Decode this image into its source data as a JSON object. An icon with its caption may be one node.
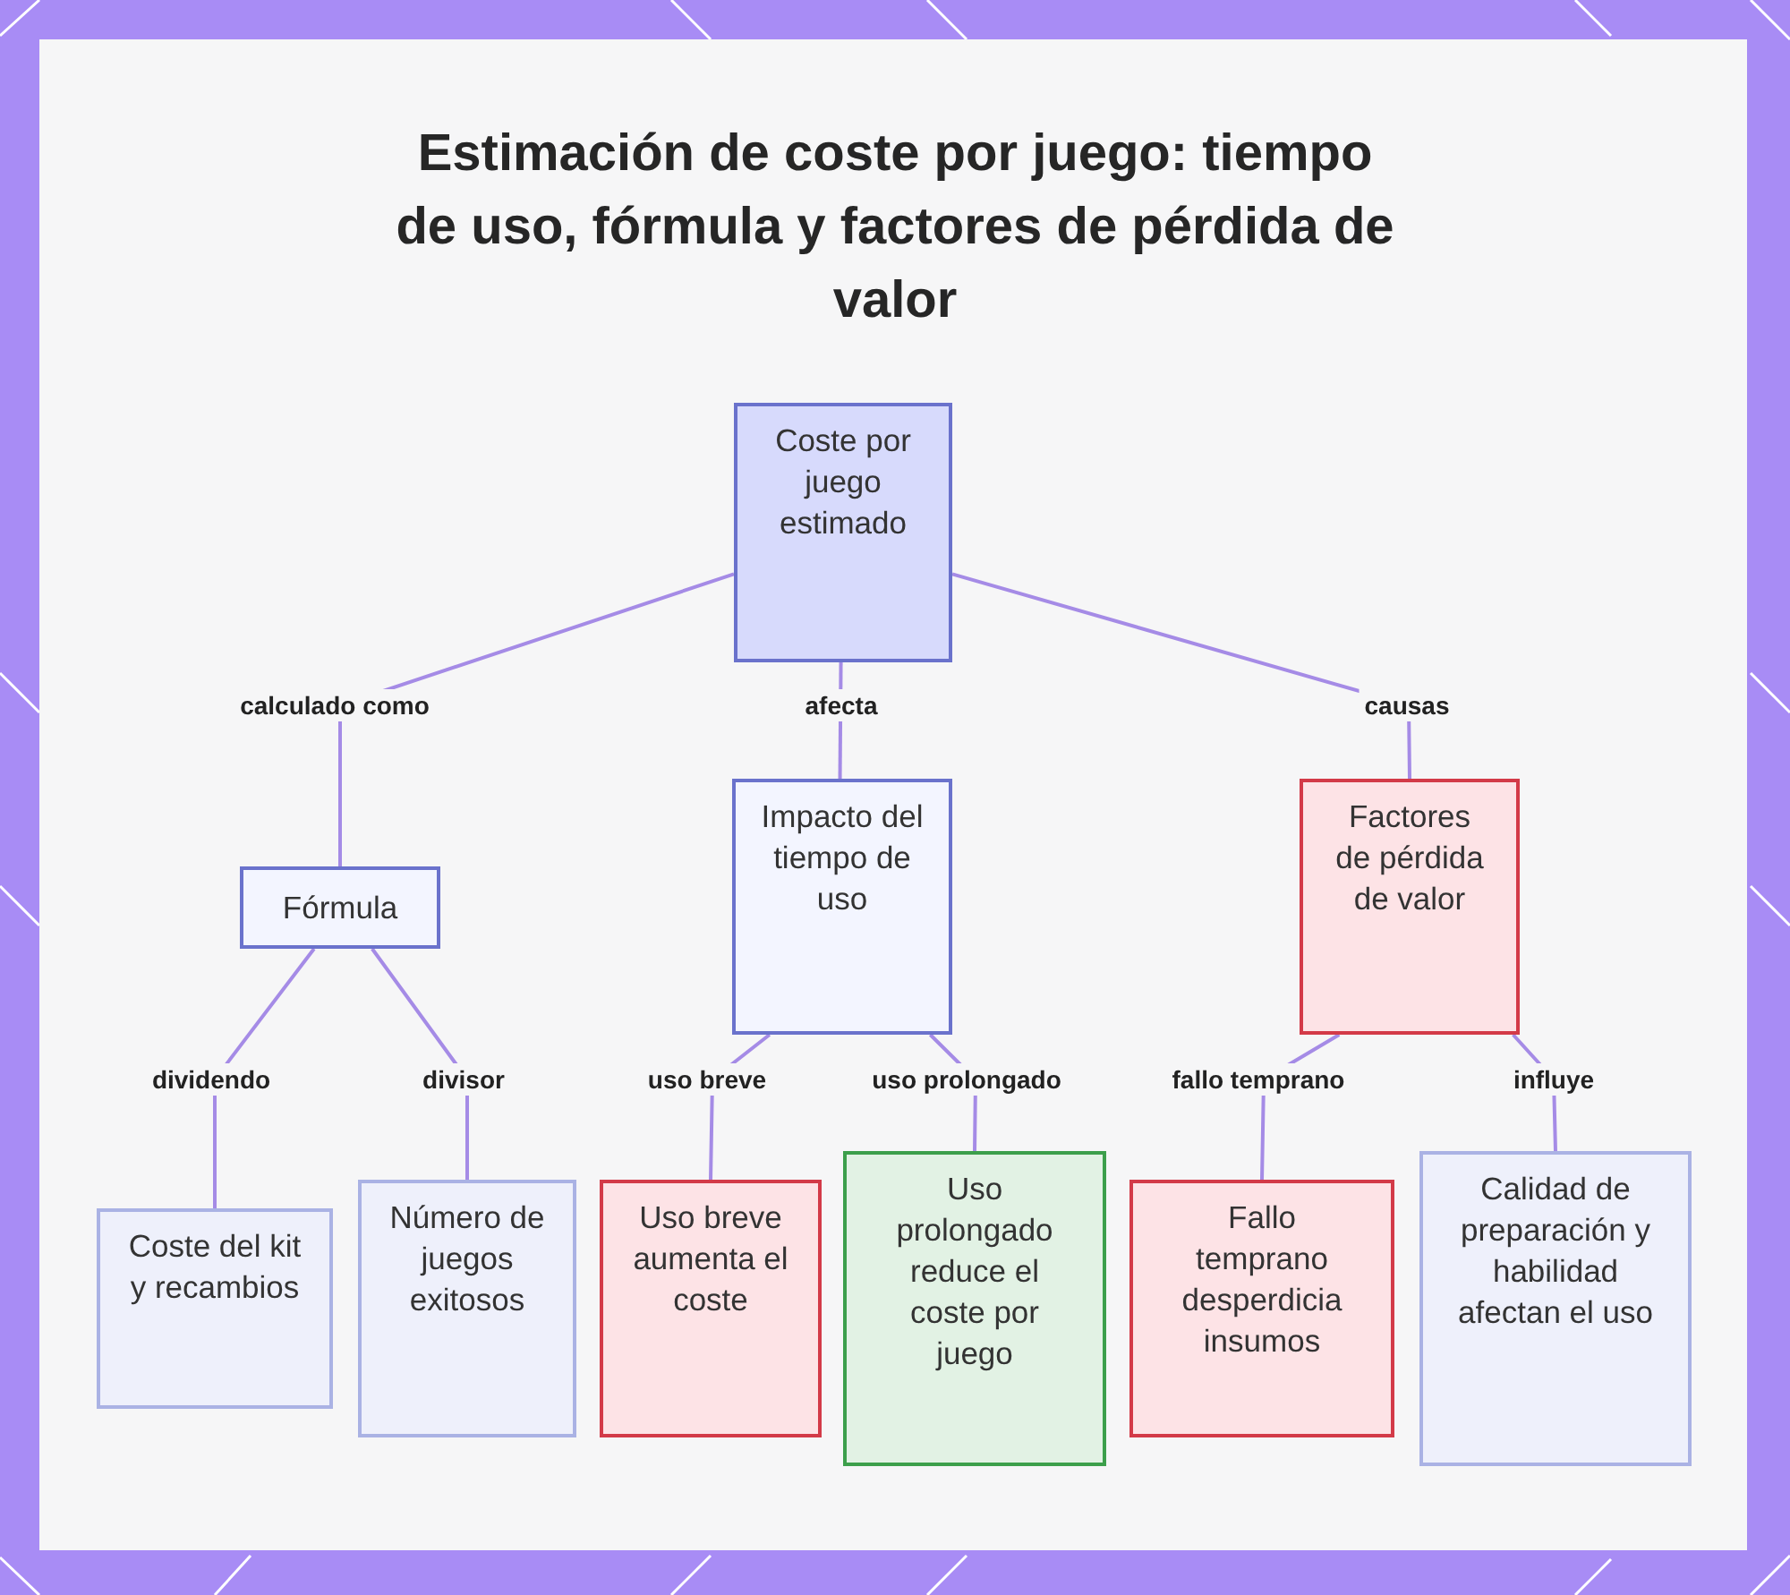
{
  "diagram": {
    "title": "Estimación de coste por juego: tiempo de uso, fórmula y factores de pérdida de valor",
    "nodes": [
      {
        "text": [
          "Coste por juego estimado"
        ]
      },
      {
        "text": [
          "Fórmula"
        ]
      },
      {
        "text": [
          "Impacto del tiempo de uso"
        ]
      },
      {
        "text": [
          "Factores de pérdida de valor"
        ]
      },
      {
        "text": [
          "Coste del kit y recambios"
        ]
      },
      {
        "text": [
          "Número de juegos exitosos"
        ]
      },
      {
        "text": [
          "Uso breve aumenta el coste"
        ]
      },
      {
        "text": [
          "Uso prolongado reduce el coste por juego"
        ]
      },
      {
        "text": [
          "Fallo temprano desperdicia insumos"
        ]
      },
      {
        "text": [
          "Calidad de preparación y habilidad afectan el uso"
        ]
      }
    ],
    "edges": [
      {
        "from": 0,
        "to": 1,
        "arrow": "none",
        "label": "calculado como"
      },
      {
        "from": 0,
        "to": 2,
        "arrow": "none",
        "label": "afecta"
      },
      {
        "from": 0,
        "to": 3,
        "arrow": "none",
        "label": "causas"
      },
      {
        "from": 1,
        "to": 4,
        "arrow": "none",
        "label": "dividendo"
      },
      {
        "from": 1,
        "to": 5,
        "arrow": "none",
        "label": "divisor"
      },
      {
        "from": 2,
        "to": 6,
        "arrow": "none",
        "label": "uso breve"
      },
      {
        "from": 2,
        "to": 7,
        "arrow": "none",
        "label": "uso prolongado"
      },
      {
        "from": 3,
        "to": 8,
        "arrow": "none",
        "label": "fallo temprano"
      },
      {
        "from": 3,
        "to": 9,
        "arrow": "none",
        "label": "influye"
      }
    ]
  }
}
